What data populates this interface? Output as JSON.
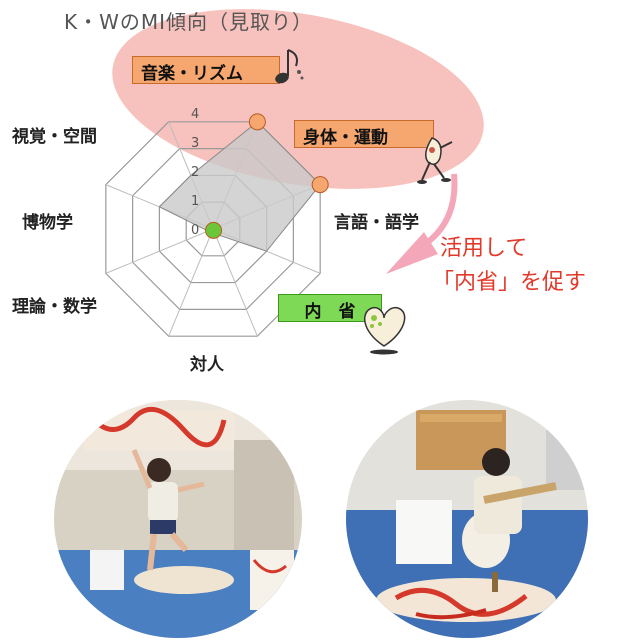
{
  "header": {
    "title": "K・WのMI傾向（見取り）"
  },
  "highlight_tags": {
    "music": "音楽・リズム",
    "body": "身体・運動",
    "intra": "内　省"
  },
  "axis_labels": {
    "spatial": "視覚・空間",
    "naturalist": "博物学",
    "logic": "理論・数学",
    "interpersonal": "対人",
    "linguistic": "言語・語学"
  },
  "callout": {
    "line1": "活用して",
    "line2": "「内省」を促す"
  },
  "chart_data": {
    "type": "radar",
    "axes": [
      "音楽・リズム",
      "身体・運動",
      "言語・語学",
      "内省",
      "対人",
      "理論・数学",
      "博物学",
      "視覚・空間"
    ],
    "values": [
      4,
      4,
      2,
      0,
      0,
      0,
      2,
      2
    ],
    "scale_ticks": [
      "0",
      "1",
      "2",
      "3",
      "4"
    ],
    "range": [
      0,
      4
    ],
    "highlighted": [
      {
        "axis": "音楽・リズム",
        "color": "#f5a76f"
      },
      {
        "axis": "身体・運動",
        "color": "#f5a76f"
      },
      {
        "axis": "内省",
        "color": "#6cc63a"
      }
    ]
  },
  "colors": {
    "orange": "#f5a76f",
    "green": "#7ed957",
    "pink": "#f6b6b2",
    "red_text": "#e23a2a",
    "fill": "#c9c9c9"
  }
}
